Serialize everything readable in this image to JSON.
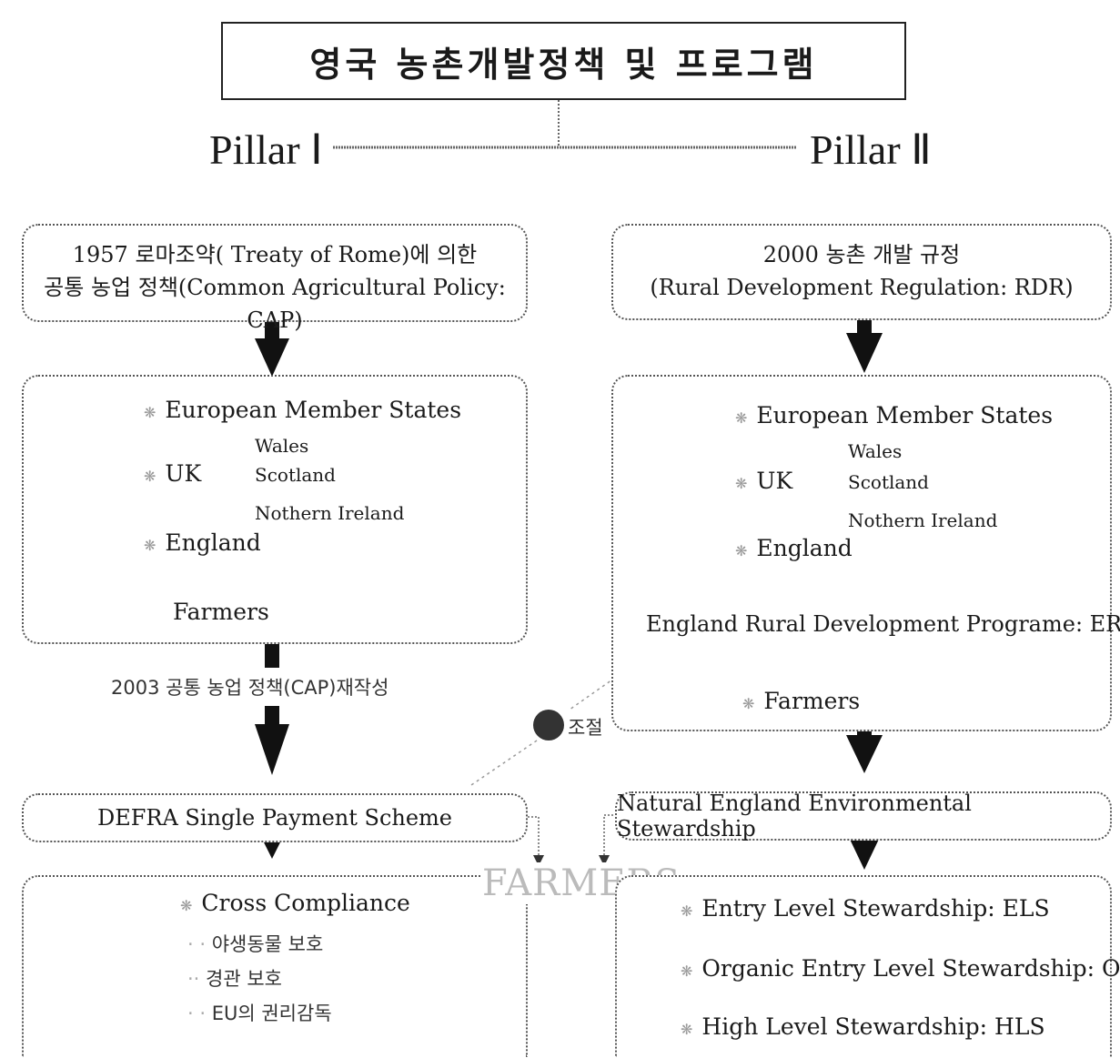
{
  "title": "영국 농촌개발정책 및 프로그램",
  "pillars": {
    "left": "Pillar Ⅰ",
    "right": "Pillar Ⅱ"
  },
  "left": {
    "top_box": {
      "line1": "1957 로마조약( Treaty of Rome)에 의한",
      "line2": "공통 농업 정책(Common Agricultural Policy: CAP)"
    },
    "hierarchy": {
      "eu": "European Member States",
      "uk": "UK",
      "wales": "Wales",
      "scotland": "Scotland",
      "ni": "Nothern Ireland",
      "england": "England",
      "farmers": "Farmers"
    },
    "reform": "2003 공통 농업 정책(CAP)재작성",
    "scheme": "DEFRA Single Payment Scheme",
    "bottom_box": {
      "heading": "Cross Compliance",
      "items": [
        "야생동물 보호",
        "경관 보호",
        "EU의 권리감독"
      ]
    }
  },
  "right": {
    "top_box": {
      "line1": "2000 농촌 개발 규정",
      "line2": "(Rural Development Regulation: RDR)"
    },
    "hierarchy": {
      "eu": "European Member States",
      "uk": "UK",
      "wales": "Wales",
      "scotland": "Scotland",
      "ni": "Nothern Ireland",
      "england": "England",
      "erdp": "England Rural Development Programe: ERDP",
      "farmers": "Farmers"
    },
    "scheme": "Natural England Environmental Stewardship",
    "bottom_box": {
      "items": [
        "Entry Level Stewardship: ELS",
        "Organic Entry Level Stewardship: OELS",
        "High Level Stewardship: HLS"
      ]
    }
  },
  "middle": {
    "adjust": "조절",
    "farmers": "FARMERS"
  },
  "colors": {
    "line": "#555555",
    "arrow": "#111111",
    "circle": "#333333"
  }
}
